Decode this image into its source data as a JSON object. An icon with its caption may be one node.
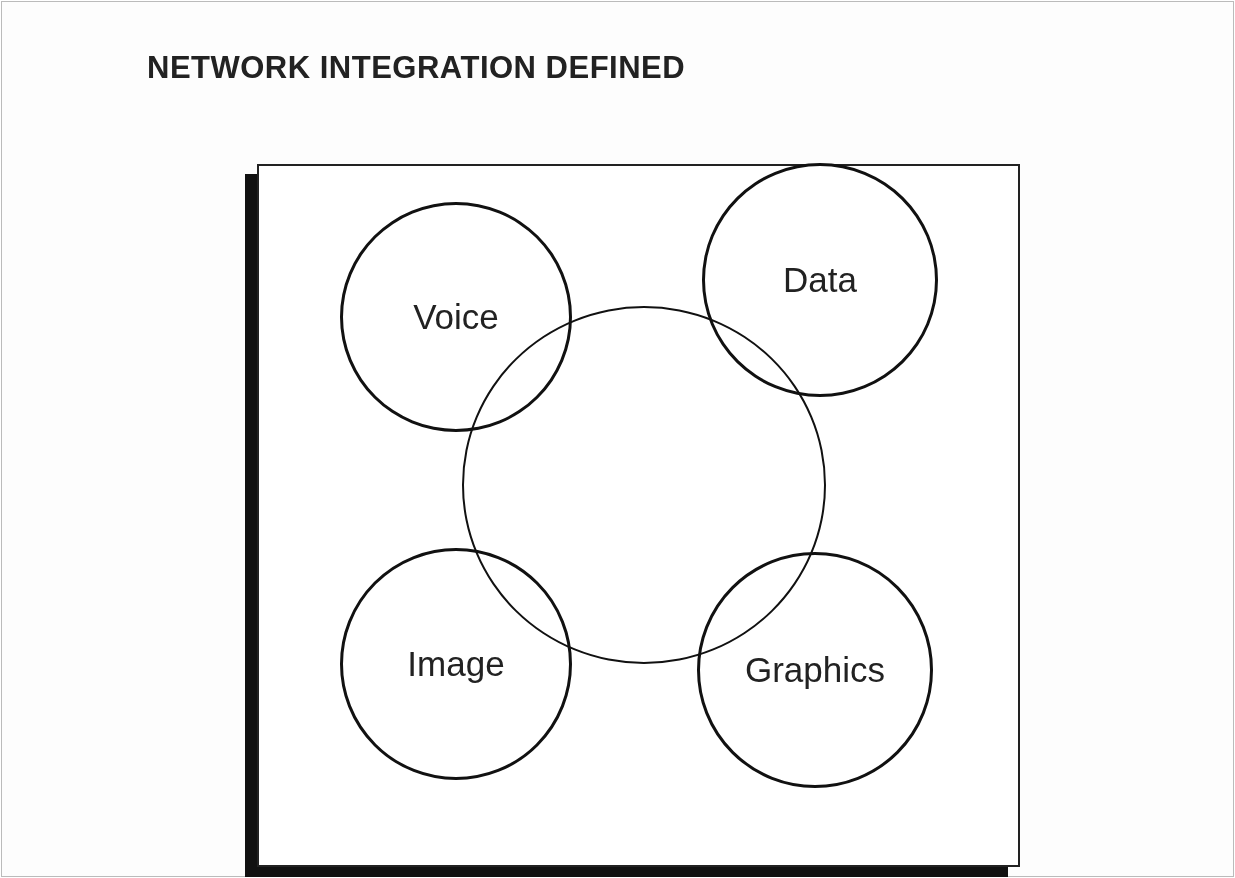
{
  "diagram": {
    "title": "NETWORK INTEGRATION DEFINED",
    "nodes": [
      {
        "text": [],
        "shape": "box"
      },
      {
        "text": [
          "Voice"
        ],
        "in": 0
      },
      {
        "text": [
          "Data"
        ],
        "in": 0
      },
      {
        "text": [],
        "shape": "circle",
        "in": 0
      },
      {
        "text": [
          "Image"
        ],
        "in": 0
      },
      {
        "text": [
          "Graphics"
        ],
        "in": 0
      }
    ]
  }
}
